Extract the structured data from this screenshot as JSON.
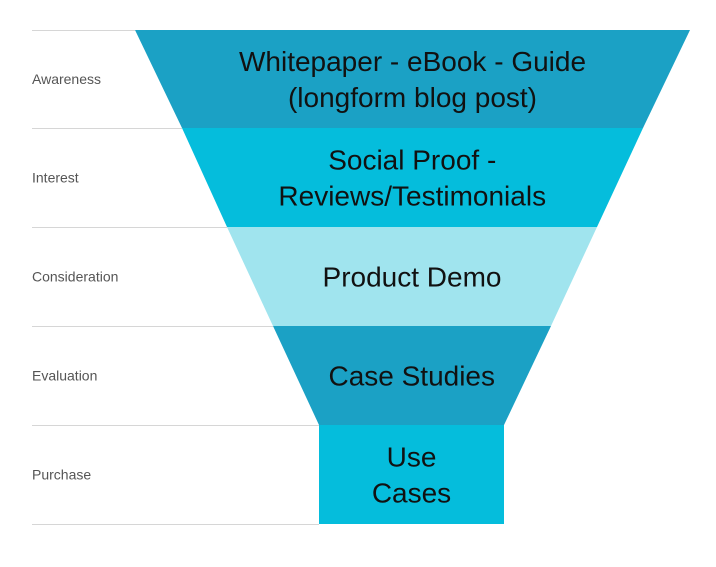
{
  "funnel": {
    "stages": [
      {
        "name": "Awareness",
        "lines": [
          "Whitepaper - eBook - Guide",
          "(longform blog post)"
        ],
        "color": "#1ba1c5"
      },
      {
        "name": "Interest",
        "lines": [
          "Social Proof -",
          "Reviews/Testimonials"
        ],
        "color": "#05bddc"
      },
      {
        "name": "Consideration",
        "lines": [
          "Product Demo"
        ],
        "color": "#a0e4ee"
      },
      {
        "name": "Evaluation",
        "lines": [
          "Case Studies"
        ],
        "color": "#1ba1c5"
      },
      {
        "name": "Purchase",
        "lines": [
          "Use",
          "Cases"
        ],
        "color": "#05bddc"
      }
    ]
  }
}
